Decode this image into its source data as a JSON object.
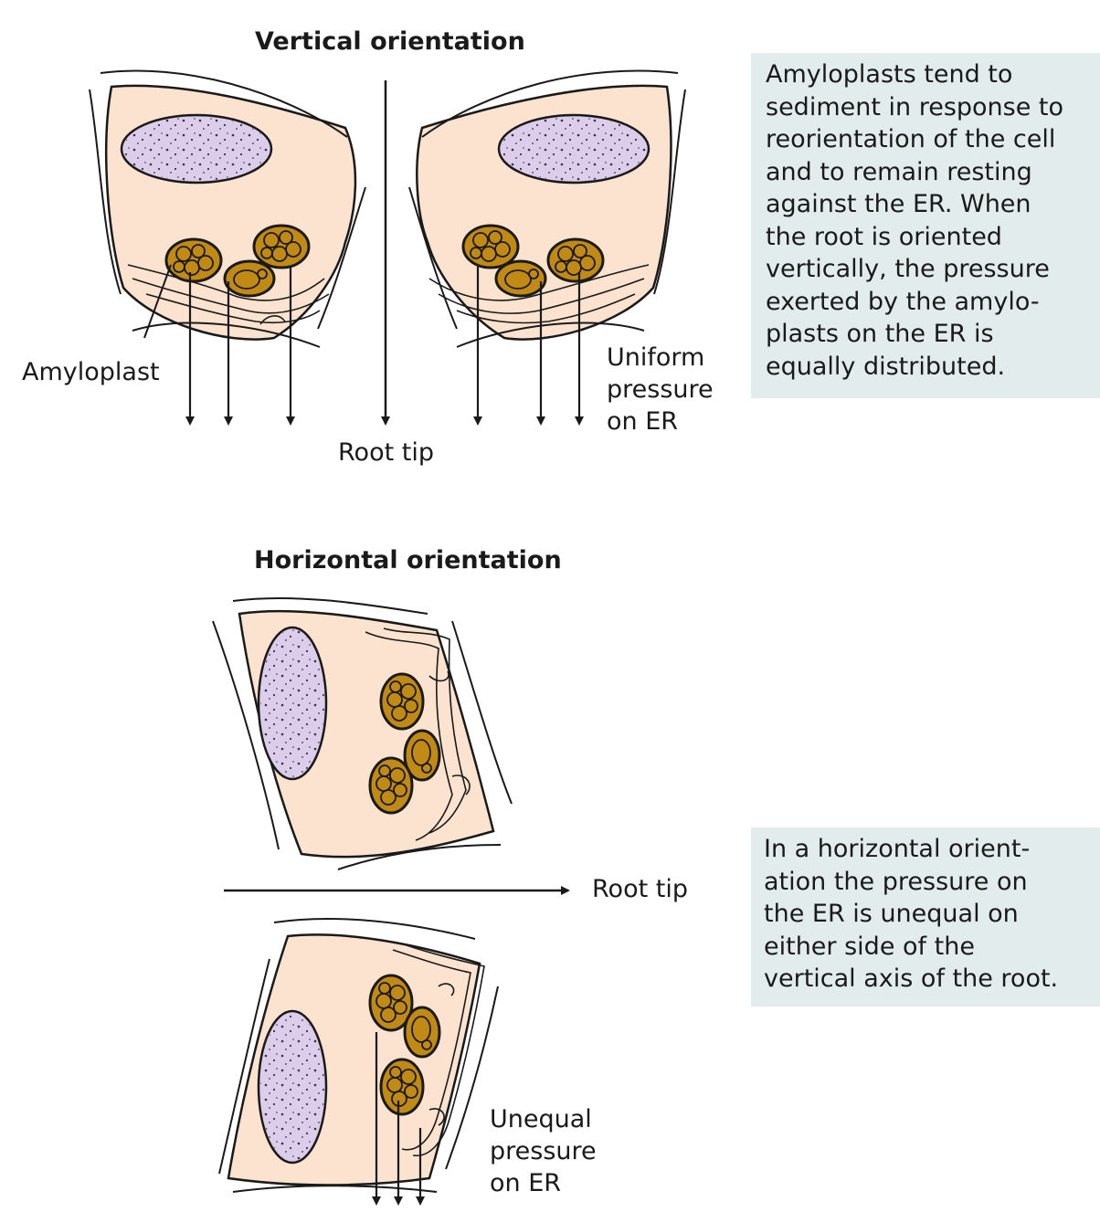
{
  "vertical": {
    "title": "Vertical orientation",
    "amyloplast_label": "Amyloplast",
    "root_tip_label": "Root tip",
    "pressure_label": "Uniform\npressure\non ER",
    "note": "Amyloplasts tend to\nsediment in response to\nreorientation of the cell\nand to remain resting\nagainst the ER. When\nthe root is oriented\nvertically, the pressure\nexerted by the amylo-\nplasts on the ER is\nequally distributed."
  },
  "horizontal": {
    "title": "Horizontal orientation",
    "root_tip_label": "Root tip",
    "pressure_label": "Unequal\npressure\non ER",
    "note": "In a horizontal orient-\nation the pressure on\nthe ER is unequal on\neither side of the\nvertical axis of the root."
  },
  "colors": {
    "cytoplasm": "#fbe3cf",
    "nucleus": "#dccdea",
    "amyloplast": "#c08a14",
    "note_bg": "#e3ecec",
    "ink": "#1a1a1a"
  }
}
